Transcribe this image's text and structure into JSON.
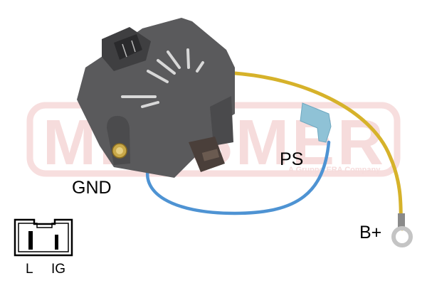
{
  "image": {
    "subject": "alternator voltage regulator with wire leads",
    "background_color": "#ffffff"
  },
  "watermark": {
    "brand_text": "MESSMER",
    "tagline": "A Gruppo ERA Company",
    "color": "#f5d6d6"
  },
  "terminal_labels": {
    "gnd": "GND",
    "ps": "PS",
    "b_plus": "B+"
  },
  "connector_diagram": {
    "pins": [
      {
        "label": "L"
      },
      {
        "label": "IG"
      }
    ]
  },
  "colors": {
    "housing": "#5a5a5c",
    "housing_dark": "#3f3f41",
    "yellow_wire": "#d6b22a",
    "blue_wire": "#4e93d3",
    "blue_terminal": "#8fc2d6",
    "ring_terminal": "#c9c9c9",
    "brass_screw": "#c9a94a"
  }
}
